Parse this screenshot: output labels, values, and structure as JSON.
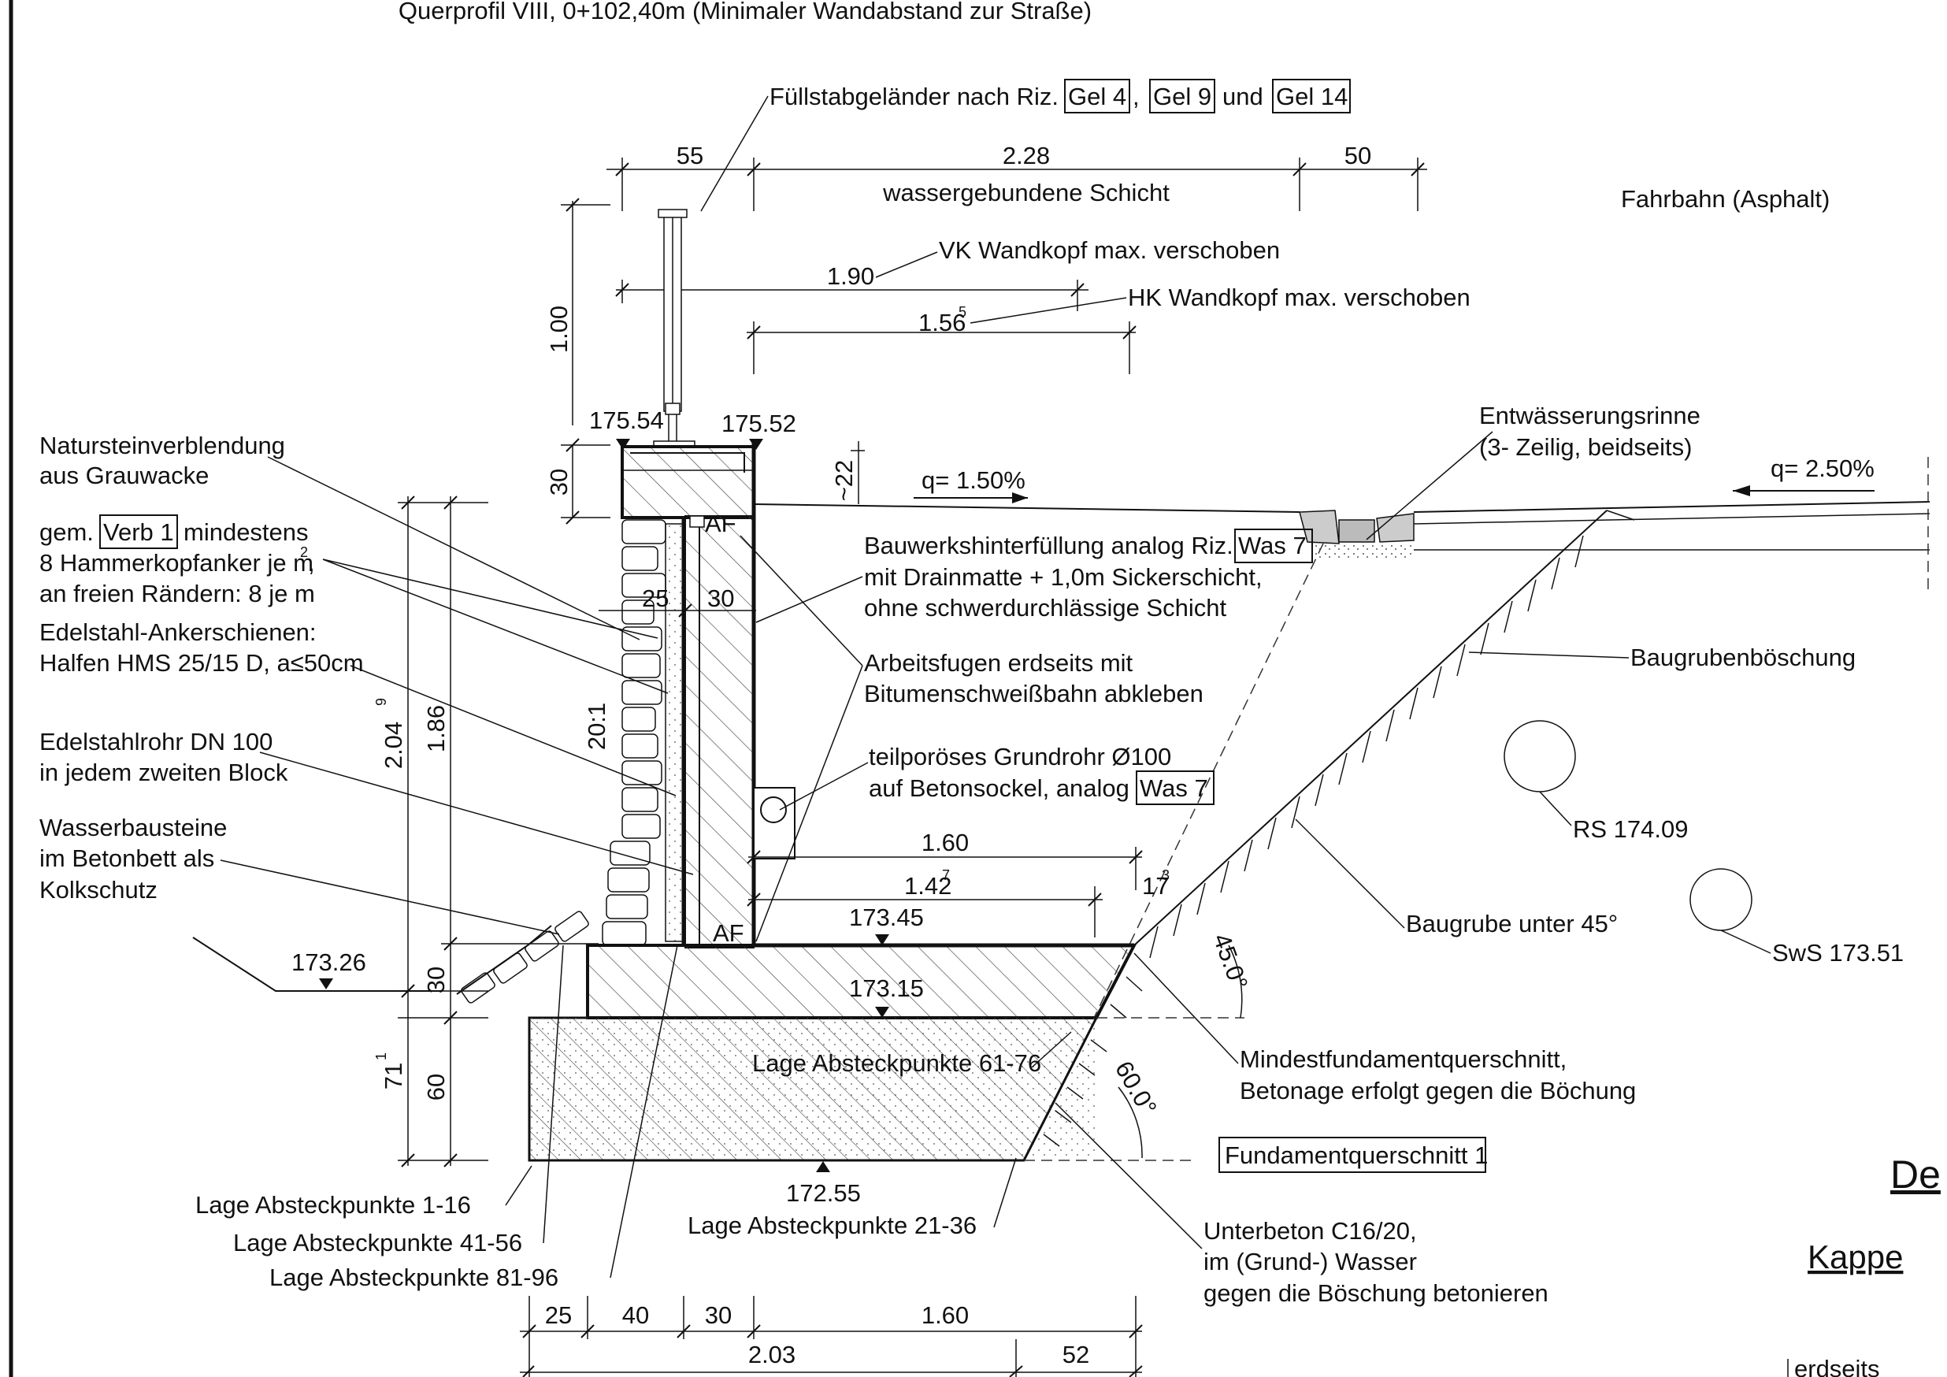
{
  "title": "Querprofil VIII, 0+102,40m (Minimaler Wandabstand zur Straße)",
  "railing": {
    "prefix": "Füllstabgeländer nach Riz.",
    "ref1": "Gel 4",
    "sep": ",",
    "ref2": "Gel 9",
    "und": "und",
    "ref3": "Gel 14"
  },
  "top_dims": {
    "d55": "55",
    "d228": "2.28",
    "d50": "50",
    "layer": "wassergebundene Schicht"
  },
  "road": "Fahrbahn (Asphalt)",
  "head_dims": {
    "vk_value": "1.90",
    "vk_label": "VK Wandkopf max. verschoben",
    "hk_value": "1.56",
    "hk_sup": "5",
    "hk_label": "HK Wandkopf max. verschoben"
  },
  "vertical_dims": {
    "h100": "1.00",
    "h30": "30",
    "h22": "~22",
    "h204": "2.04",
    "h204_sup": "9",
    "h186": "1.86",
    "batter": "20:1",
    "h30b": "30",
    "h71": "71",
    "h71_sup": "1",
    "h60": "60",
    "h173": "17",
    "h173_sup": "3"
  },
  "elevations": {
    "e17554": "175.54",
    "e17552": "175.52",
    "e17345": "173.45",
    "e17326": "173.26",
    "e17315": "173.15",
    "e17255": "172.55"
  },
  "slopes": {
    "q1": "q= 1.50%",
    "q2": "q= 2.50%"
  },
  "af": "AF",
  "wall_dims": {
    "d25": "25",
    "d30": "30"
  },
  "left_notes": {
    "stone": [
      "Natursteinverblendung",
      "aus Grauwacke"
    ],
    "anchor_prefix": "gem.",
    "anchor_ref": "Verb 1",
    "anchor_mid": "mindestens",
    "anchor2": "8 Hammerkopfanker je m",
    "anchor2_sup": "2",
    "anchor2_end": ",",
    "anchor3": "an freien Rändern: 8 je m",
    "rails": [
      "Edelstahl-Ankerschienen:",
      "Halfen HMS 25/15 D, a≤50cm"
    ],
    "pipe": [
      "Edelstahlrohr DN 100",
      "in jedem zweiten Block"
    ],
    "scour": [
      "Wasserbausteine",
      "im Betonbett als",
      "Kolkschutz"
    ]
  },
  "right_notes": {
    "drain_channel": [
      "Entwässerungsrinne",
      "(3- Zeilig, beidseits)"
    ],
    "backfill1_prefix": "Bauwerkshinterfüllung analog Riz.",
    "backfill1_ref": "Was 7",
    "backfill2": "mit Drainmatte + 1,0m Sickerschicht,",
    "backfill3": "ohne schwerdurchlässige Schicht",
    "pit_slope": "Baugrubenböschung",
    "joints": [
      "Arbeitsfugen erdseits mit",
      "Bitumenschweißbahn abkleben"
    ],
    "drainpipe1": "teilporöses Grundrohr Ø100",
    "drainpipe2_prefix": "auf Betonsockel, analog",
    "drainpipe2_ref": "Was 7",
    "rs": "RS 174.09",
    "sws": "SwS 173.51",
    "pit45": "Baugrube unter 45°",
    "angle45": "45.0°",
    "angle60": "60.0°",
    "min_found": [
      "Mindestfundamentquerschnitt,",
      "Betonage erfolgt gegen die Böchung"
    ],
    "found_box": "Fundamentquerschnitt 1",
    "lean_concrete": [
      "Unterbeton C16/20,",
      "im (Grund-) Wasser",
      "gegen die Böschung betonieren"
    ]
  },
  "footing_dims": {
    "d160": "1.60",
    "d1427": "1.42",
    "d1427_sup": "7"
  },
  "stake_points": {
    "p6176": "Lage Absteckpunkte 61-76",
    "p116": "Lage Absteckpunkte 1-16",
    "p4156": "Lage Absteckpunkte 41-56",
    "p8196": "Lage Absteckpunkte 81-96",
    "p2136": "Lage Absteckpunkte 21-36"
  },
  "bottom_dims": {
    "b25": "25",
    "b40": "40",
    "b30": "30",
    "b160": "1.60",
    "b203": "2.03",
    "b52": "52"
  },
  "side_headings": {
    "de": "De",
    "kappe": "Kappe",
    "erdseits": "erdseits"
  }
}
